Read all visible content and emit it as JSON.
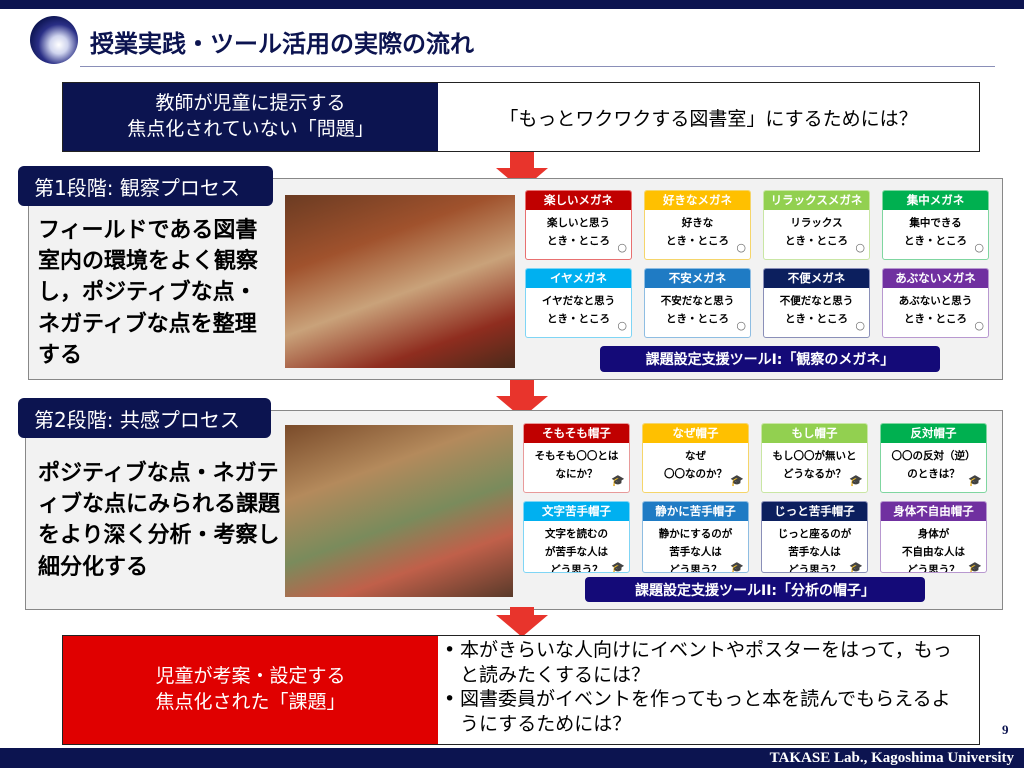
{
  "title": "授業実践・ツール活用の実際の流れ",
  "problem": {
    "label": "教師が児童に提示する\n焦点化されていない「問題」",
    "text": "「もっとワクワクする図書室」にするためには？"
  },
  "stage1": {
    "badge": "第1段階: 観察プロセス",
    "description": "フィールドである図書室内の環境をよく観察し，ポジティブな点・ネガティブな点を整理する",
    "tool": "課題設定支援ツールI:「観察のメガネ」",
    "cards": [
      {
        "title": "楽しいメガネ",
        "body": "楽しいと思う\nとき・ところ",
        "color": "#c00000",
        "border": "#e87070"
      },
      {
        "title": "好きなメガネ",
        "body": "好きな\nとき・ところ",
        "color": "#ffc000",
        "border": "#f5d56a"
      },
      {
        "title": "リラックスメガネ",
        "body": "リラックス\nとき・ところ",
        "color": "#92d050",
        "border": "#c9e6a4"
      },
      {
        "title": "集中メガネ",
        "body": "集中できる\nとき・ところ",
        "color": "#00b050",
        "border": "#7fd6a0"
      },
      {
        "title": "イヤメガネ",
        "body": "イヤだなと思う\nとき・ところ",
        "color": "#00b0f0",
        "border": "#7fd5f5"
      },
      {
        "title": "不安メガネ",
        "body": "不安だなと思う\nとき・ところ",
        "color": "#1f7bc4",
        "border": "#8ebde2"
      },
      {
        "title": "不便メガネ",
        "body": "不便だなと思う\nとき・ところ",
        "color": "#0c1f5e",
        "border": "#8a8fb8"
      },
      {
        "title": "あぶないメガネ",
        "body": "あぶないと思う\nとき・ところ",
        "color": "#7030a0",
        "border": "#b898d0"
      }
    ]
  },
  "stage2": {
    "badge": "第2段階: 共感プロセス",
    "description": "ポジティブな点・ネガティブな点にみられる課題をより深く分析・考察し細分化する",
    "tool": "課題設定支援ツールII:「分析の帽子」",
    "cards": [
      {
        "title": "そもそも帽子",
        "body": "そもそも〇〇とは\nなにか？",
        "color": "#c00000",
        "border": "#e89a9a"
      },
      {
        "title": "なぜ帽子",
        "body": "なぜ\n〇〇なのか？",
        "color": "#ffc000",
        "border": "#f5d56a"
      },
      {
        "title": "もし帽子",
        "body": "もし〇〇が無いと\nどうなるか？",
        "color": "#92d050",
        "border": "#c9e6a4"
      },
      {
        "title": "反対帽子",
        "body": "〇〇の反対（逆）\nのときは？",
        "color": "#00b050",
        "border": "#7fd6a0"
      },
      {
        "title": "文字苦手帽子",
        "body": "文字を読むの\nが苦手な人は\nどう思う？",
        "color": "#00b0f0",
        "border": "#7fd5f5"
      },
      {
        "title": "静かに苦手帽子",
        "body": "静かにするのが\n苦手な人は\nどう思う？",
        "color": "#1f7bc4",
        "border": "#8ebde2"
      },
      {
        "title": "じっと苦手帽子",
        "body": "じっと座るのが\n苦手な人は\nどう思う？",
        "color": "#0c1f5e",
        "border": "#8a8fb8"
      },
      {
        "title": "身体不自由帽子",
        "body": "身体が\n不自由な人は\nどう思う？",
        "color": "#7030a0",
        "border": "#b898d0"
      }
    ]
  },
  "task": {
    "label": "児童が考案・設定する\n焦点化された「課題」",
    "items": [
      "本がきらいな人向けにイベントやポスターをはって，もっと読みたくするには？",
      "図書委員がイベントを作ってもっと本を読んでもらえるようにするためには？"
    ]
  },
  "page_number": "9",
  "footer": "TAKASE Lab., Kagoshima University"
}
